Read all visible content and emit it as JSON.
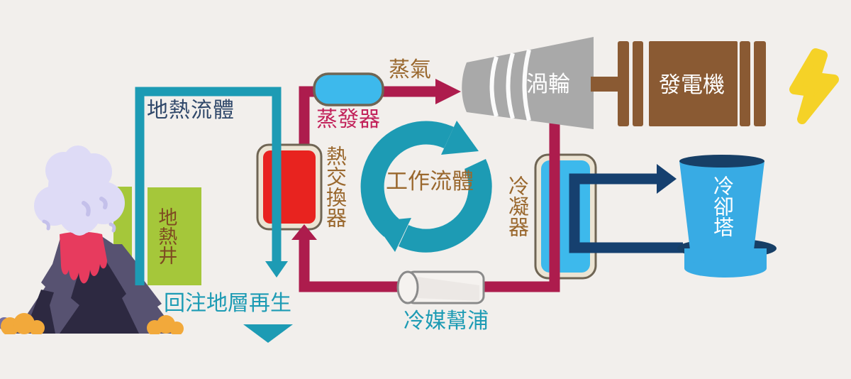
{
  "diagram_title": "geothermal-binary-cycle-power-plant",
  "labels": {
    "geothermal_fluid": "地熱流體",
    "geothermal_well": "地熱井",
    "reinjection": "回注地層再生",
    "steam": "蒸氣",
    "evaporator": "蒸發器",
    "heat_exchanger": "熱交換器",
    "working_fluid": "工作流體",
    "turbine": "渦輪",
    "generator": "發電機",
    "condenser": "冷凝器",
    "cooling_tower": "冷卻塔",
    "refrigerant_pump": "冷媒幫浦"
  },
  "icons": {
    "lightning": "lightning-bolt",
    "cycle": "clockwise-cycle-arrows",
    "volcano": "erupting-volcano",
    "reinjection_arrow": "down-triangle-arrow"
  },
  "colors": {
    "background": "#f2efec",
    "teal_pipe": "#1d9bb4",
    "crimson_pipe": "#ad1c4d",
    "navy_pipe": "#16406f",
    "equipment_blue": "#3db9ec",
    "well_green": "#a5c73a",
    "exchanger_red": "#e8231f",
    "machine_brown": "#8a5a33",
    "turbine_gray": "#a9a9a9",
    "lightning_yellow": "#f5d227",
    "tower_blue": "#38abe4",
    "tower_dark_navy": "#173f66",
    "border_tan": "#6f6554",
    "border_cream": "#ece4d3",
    "label_brown": "#9a682e",
    "well_label_brown": "#7e4a22",
    "evaporator_label_pink": "#c2225a",
    "fluid_label_navy": "#30486a",
    "volcano_body": "#575271",
    "volcano_dark": "#2d2941",
    "lava_pink": "#e73b5e",
    "smoke_lavender": "#dedbf6",
    "smoke_detail": "#c4c0ea",
    "bush_orange": "#f2a93b",
    "bush_purple": "#756fa3",
    "pump_body": "#f5f2ef",
    "pump_border": "#8a8a8a"
  }
}
